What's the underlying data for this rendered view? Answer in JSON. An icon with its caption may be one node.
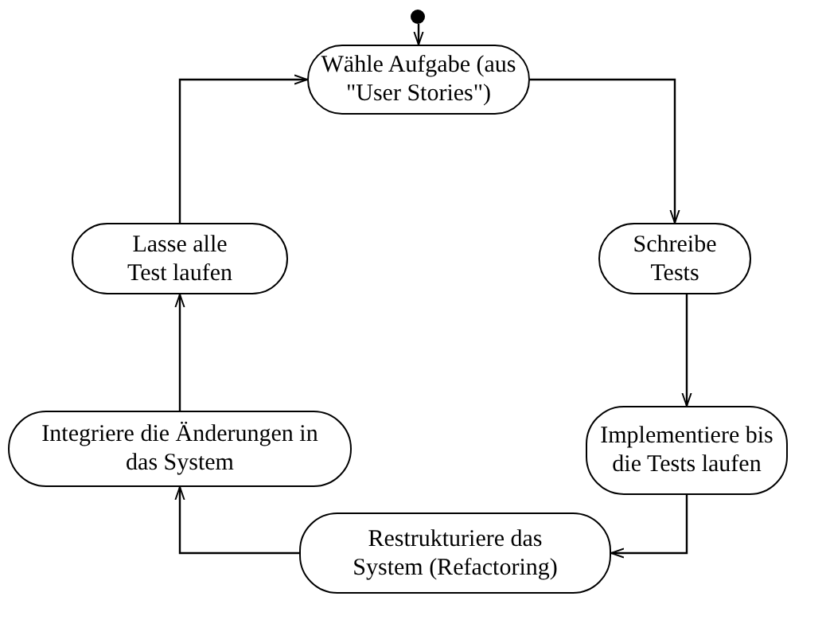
{
  "diagram": {
    "nodes": [
      {
        "text": [],
        "shape": "circle"
      },
      {
        "text": [
          "Wähle Aufgabe (aus \"User Stories\")"
        ]
      },
      {
        "text": [
          "Schreibe Tests"
        ]
      },
      {
        "text": [
          "Implementiere bis die Tests laufen"
        ]
      },
      {
        "text": [
          "Restrukturiere das System (Refactoring)"
        ]
      },
      {
        "text": [
          "Integriere die Änderungen in das System"
        ]
      },
      {
        "text": [
          "Lasse alle Test laufen"
        ]
      }
    ],
    "edges": [
      {
        "from": 0,
        "to": 1,
        "arrow": "to"
      },
      {
        "from": 1,
        "to": 2,
        "arrow": "to"
      },
      {
        "from": 2,
        "to": 3,
        "arrow": "to"
      },
      {
        "from": 3,
        "to": 4,
        "arrow": "to"
      },
      {
        "from": 4,
        "to": 5,
        "arrow": "to"
      },
      {
        "from": 5,
        "to": 6,
        "arrow": "to"
      },
      {
        "from": 6,
        "to": 1,
        "arrow": "to"
      }
    ]
  }
}
